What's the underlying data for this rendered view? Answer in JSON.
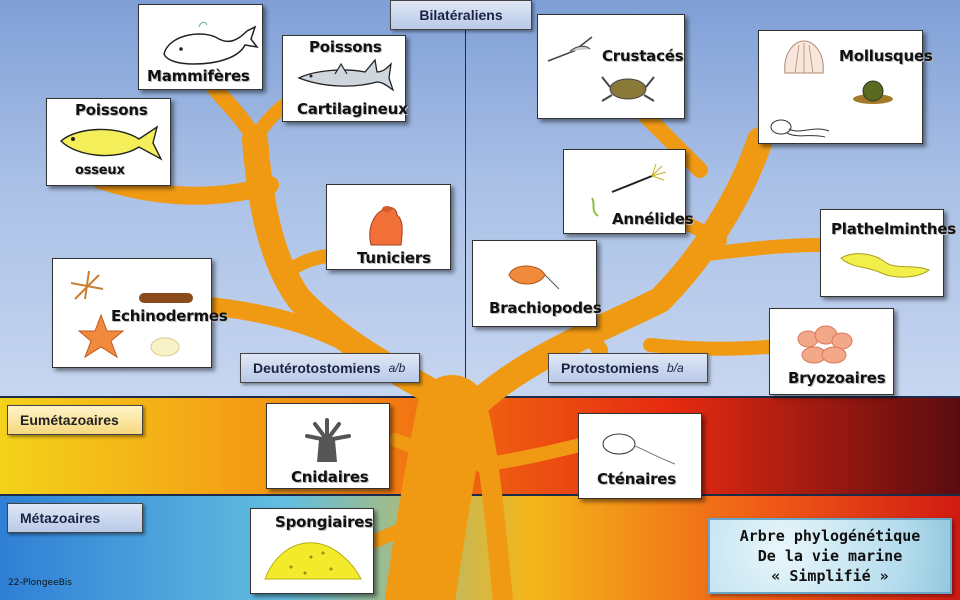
{
  "levels": {
    "bilateria": "Bilatéraliens",
    "deuterostomia": "Deutérotostomiens",
    "deuterostomia_note": "a/b",
    "protostomia": "Protostomiens",
    "protostomia_note": "b/a",
    "eumetazoa": "Eumétazoaires",
    "metazoa": "Métazoaires"
  },
  "groups": {
    "mammals": "Mammifères",
    "cartilaginous_1": "Poissons",
    "cartilaginous_2": "Cartilagineux",
    "bony_1": "Poissons",
    "bony_2": "osseux",
    "tunicates": "Tuniciers",
    "echinoderms": "Echinodermes",
    "crustaceans": "Crustacés",
    "molluscs": "Mollusques",
    "annelids": "Annélides",
    "flatworms": "Plathelminthes",
    "brachiopods": "Brachiopodes",
    "bryozoans": "Bryozoaires",
    "cnidarians": "Cnidaires",
    "ctenophores": "Cténaires",
    "sponges": "Spongiaires"
  },
  "title": {
    "line1": "Arbre phylogénétique",
    "line2": "De la vie marine",
    "line3": "« Simplifié »"
  },
  "credit": "22-PlongeeBis",
  "colors": {
    "tree": "#f09a14",
    "sky_top": "#7f9fd6",
    "divider": "#1d2b4a"
  },
  "icons": [
    "whale-icon",
    "shark-icon",
    "fish-icon",
    "tunicate-icon",
    "starfish-icon",
    "sea-cucumber-icon",
    "crab-icon",
    "shrimp-icon",
    "shell-icon",
    "snail-icon",
    "octopus-icon",
    "worm-icon",
    "flatworm-icon",
    "brachiopod-icon",
    "bryozoan-icon",
    "anemone-icon",
    "ctenophore-icon",
    "sponge-icon"
  ]
}
